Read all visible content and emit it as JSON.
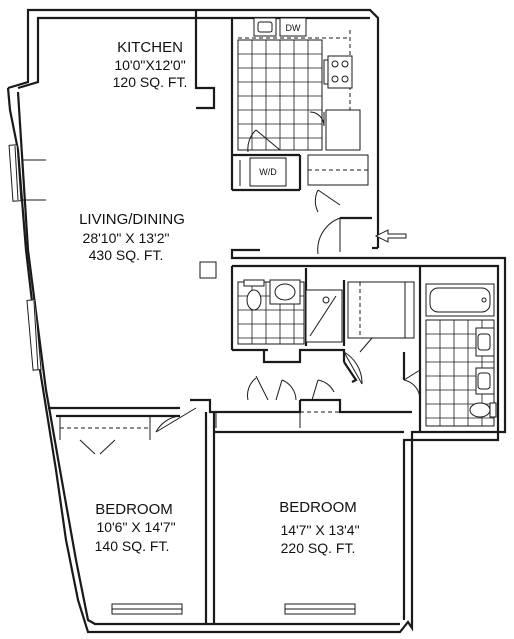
{
  "rooms": {
    "kitchen": {
      "name": "KITCHEN",
      "size": "10'0\"X12'0\"",
      "area": "120 SQ. FT."
    },
    "living": {
      "name": "LIVING/DINING",
      "size": "28'10\" X 13'2\"",
      "area": "430 SQ. FT."
    },
    "bedroom1": {
      "name": "BEDROOM",
      "size": "10'6\" X 14'7\"",
      "area": "140 SQ. FT."
    },
    "bedroom2": {
      "name": "BEDROOM",
      "size": "14'7\" X 13'4\"",
      "area": "220 SQ. FT."
    }
  },
  "appliances": {
    "dishwasher": "DW",
    "washer_dryer": "W/D"
  },
  "icons": {
    "entry": "entry-arrow-icon"
  },
  "colors": {
    "line": "#1a1a1a",
    "background": "#ffffff"
  }
}
